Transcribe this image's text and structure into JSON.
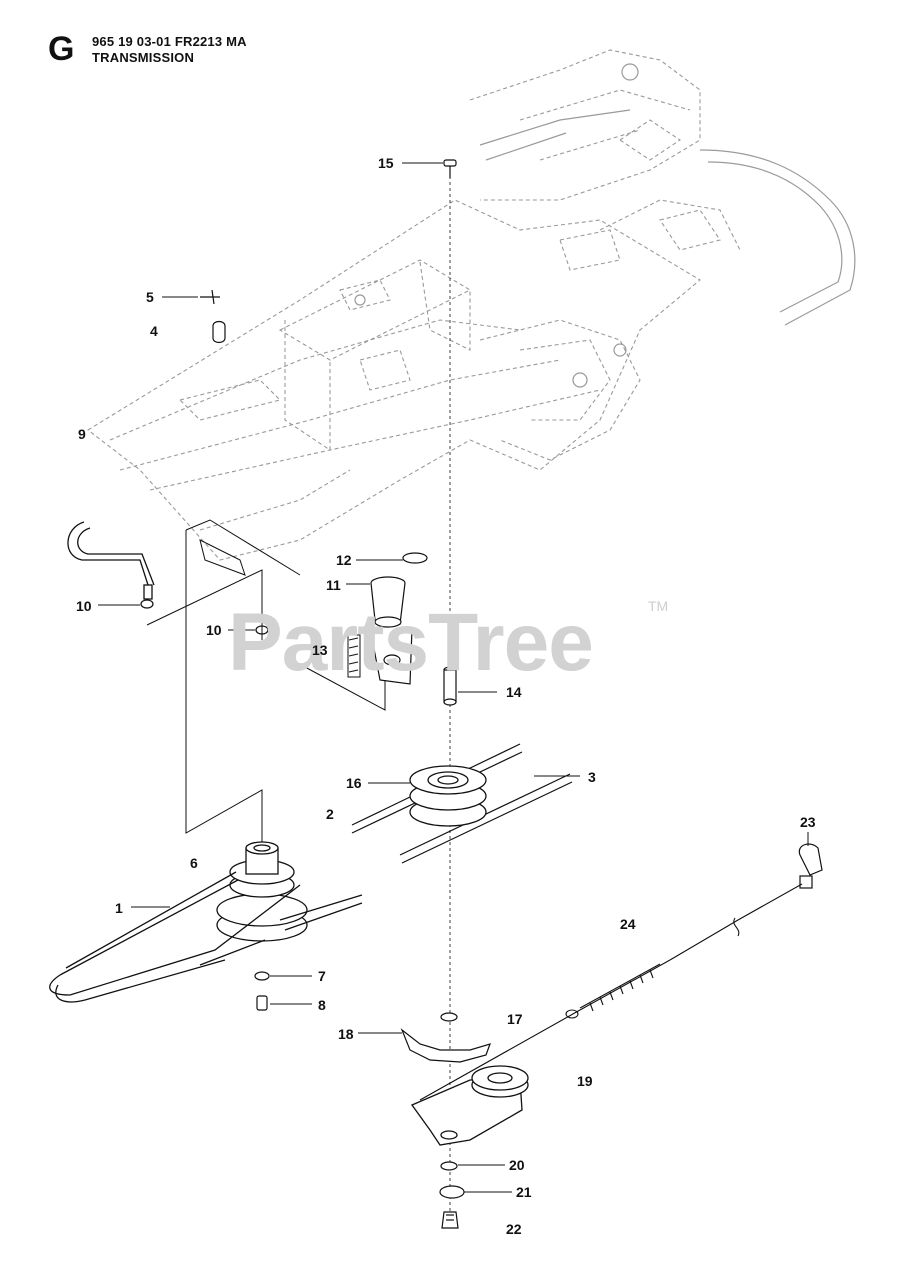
{
  "header": {
    "section_letter": "G",
    "line1": "965 19 03-01 FR2213 MA",
    "line2": "TRANSMISSION"
  },
  "watermark": {
    "text": "PartsTree",
    "trademark": "TM"
  },
  "callouts": {
    "c15": "15",
    "c5": "5",
    "c4": "4",
    "c9": "9",
    "c10a": "10",
    "c10b": "10",
    "c12": "12",
    "c11": "11",
    "c13": "13",
    "c14": "14",
    "c16": "16",
    "c3": "3",
    "c2": "2",
    "c23": "23",
    "c6": "6",
    "c1": "1",
    "c24": "24",
    "c7": "7",
    "c8": "8",
    "c18": "18",
    "c17": "17",
    "c19": "19",
    "c20": "20",
    "c21": "21",
    "c22": "22"
  },
  "colors": {
    "ink": "#111111",
    "ghost": "#9a9a9a",
    "watermark": "#d2d2d2"
  }
}
